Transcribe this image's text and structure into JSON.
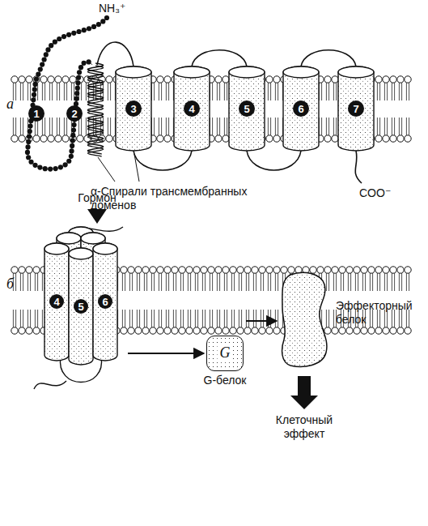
{
  "diagram": {
    "nodes": [
      {
        "text": [
          "4",
          "5",
          "6"
        ]
      },
      {
        "text": [
          "G",
          "G-белок"
        ]
      },
      {
        "text": [
          "Эффекторный белок"
        ]
      }
    ],
    "edges": [
      {
        "from": 0,
        "to": 1,
        "arrow": "to"
      },
      {
        "from": 1,
        "to": 2,
        "arrow": "to"
      }
    ],
    "labels": [
      "а",
      "NH₃⁺",
      "1",
      "2",
      "3",
      "4",
      "5",
      "6",
      "7",
      "α-Спирали трансмембранных доменов",
      "COO⁻",
      "б",
      "Гормон",
      "Клеточный эффект"
    ]
  }
}
